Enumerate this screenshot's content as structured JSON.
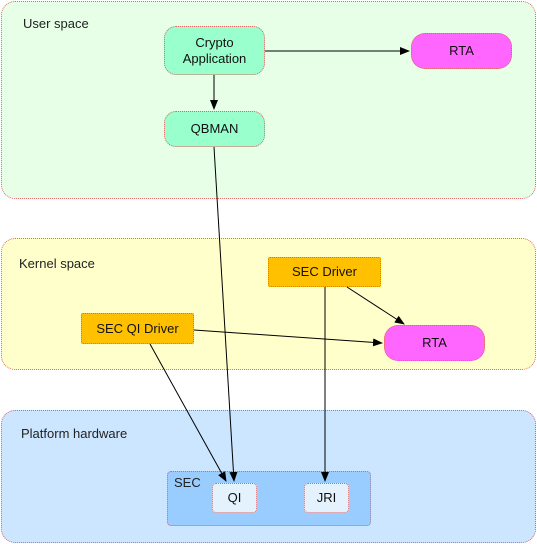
{
  "regions": {
    "user": "User space",
    "kernel": "Kernel space",
    "platform": "Platform hardware"
  },
  "nodes": {
    "crypto_app": "Crypto\nApplication",
    "rta_user": "RTA",
    "qbman": "QBMAN",
    "sec_driver": "SEC Driver",
    "sec_qi_driver": "SEC QI Driver",
    "rta_kernel": "RTA",
    "sec": "SEC",
    "qi": "QI",
    "jri": "JRI"
  },
  "colors": {
    "user_bg": "#e6ffe6",
    "kernel_bg": "#ffffcc",
    "platform_bg": "#cce6ff",
    "sec_bg": "#99ccff",
    "arrow": "#000000"
  }
}
